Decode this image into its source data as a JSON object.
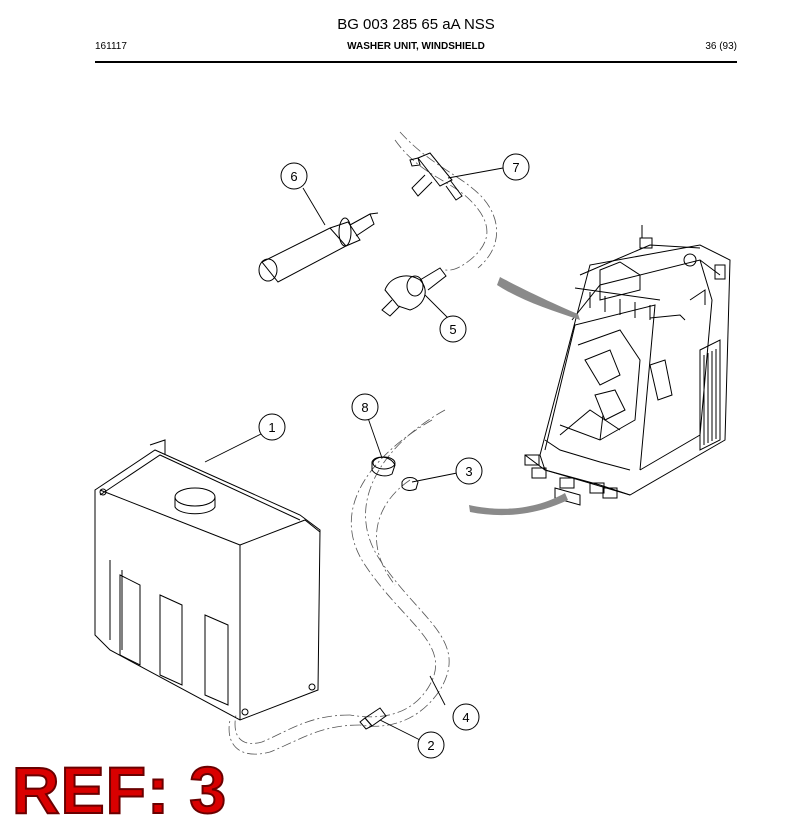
{
  "header": {
    "doc_number": "BG 003 285 65 aA NSS",
    "date_code": "161117",
    "title": "WASHER UNIT, WINDSHIELD",
    "page": "36 (93)"
  },
  "callouts": [
    {
      "id": "callout-1",
      "label": "1"
    },
    {
      "id": "callout-2",
      "label": "2"
    },
    {
      "id": "callout-3",
      "label": "3"
    },
    {
      "id": "callout-4",
      "label": "4"
    },
    {
      "id": "callout-5",
      "label": "5"
    },
    {
      "id": "callout-6",
      "label": "6"
    },
    {
      "id": "callout-7",
      "label": "7"
    },
    {
      "id": "callout-8",
      "label": "8"
    }
  ],
  "ref_stamp": "REF: 3",
  "colors": {
    "ink": "#000000",
    "ref_red": "#d90000",
    "ref_outline": "#6a0000",
    "arrow_gray": "#8a8a8a"
  }
}
